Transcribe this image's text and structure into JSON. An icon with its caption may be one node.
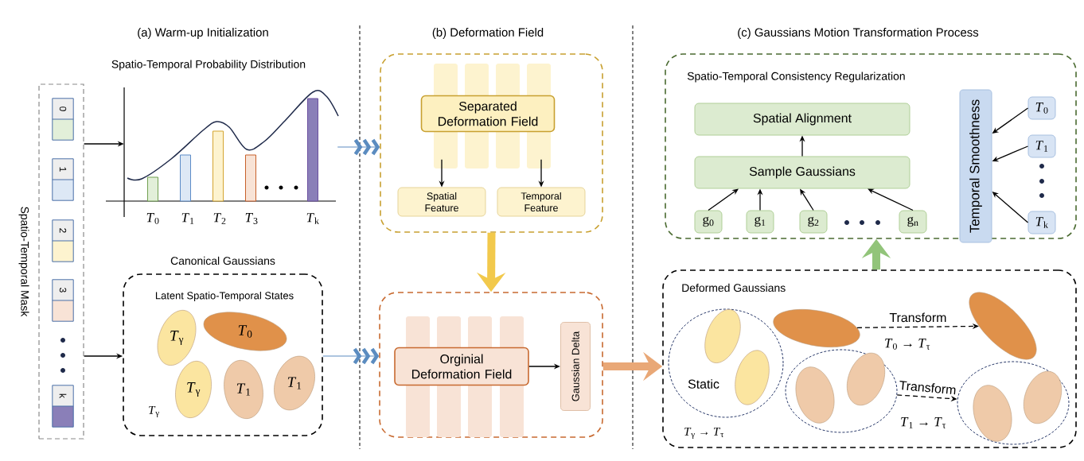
{
  "diagram": {
    "nodes": [
      {
        "text": [
          "Spatio-Temporal Mask"
        ]
      },
      {
        "text": [
          "0"
        ],
        "in": 0
      },
      {
        "text": [
          "1"
        ],
        "in": 0
      },
      {
        "text": [
          "2"
        ],
        "in": 0
      },
      {
        "text": [
          "3"
        ],
        "in": 0
      },
      {
        "text": [
          "k"
        ],
        "in": 0
      },
      {
        "text": [
          "Spatio-Temporal Probability Distribution",
          "*T*$_{0}$",
          "*T*$_{1}$",
          "*T*$_{2}$",
          "*T*$_{3}$",
          "*T*$_{k}$"
        ]
      },
      {
        "text": [
          "Canonical Gaussians",
          "Latent Spatio-Temporal States",
          "*T*$_{γ}$"
        ]
      },
      {
        "text": [
          "*T*$_{γ}$"
        ],
        "in": 7
      },
      {
        "text": [
          "*T*$_{0}$"
        ],
        "in": 7
      },
      {
        "text": [
          "*T*$_{γ}$"
        ],
        "in": 7
      },
      {
        "text": [
          "*T*$_{1}$"
        ],
        "in": 7
      },
      {
        "text": [
          "*T*$_{1}$"
        ],
        "in": 7
      },
      {
        "text": [],
        "shape": "box"
      },
      {
        "text": [
          "Separated Deformation Field"
        ],
        "in": 13
      },
      {
        "text": [
          "Spatial Feature"
        ],
        "in": 13
      },
      {
        "text": [
          "Temporal Feature"
        ],
        "in": 13
      },
      {
        "text": [],
        "shape": "box"
      },
      {
        "text": [
          "Orginial Deformation Field"
        ],
        "in": 17
      },
      {
        "text": [
          "Gaussian Delta"
        ],
        "in": 17
      },
      {
        "text": [
          "Spatio-Temporal Consistency Regularization"
        ]
      },
      {
        "text": [
          "Spatial Alignment"
        ],
        "in": 20
      },
      {
        "text": [
          "Sample Gaussians"
        ],
        "in": 20
      },
      {
        "text": [
          "g$_{0}$"
        ],
        "in": 20
      },
      {
        "text": [
          "g$_{1}$"
        ],
        "in": 20
      },
      {
        "text": [
          "g$_{2}$"
        ],
        "in": 20
      },
      {
        "text": [
          "g$_{n}$"
        ],
        "in": 20
      },
      {
        "text": [
          "Temporal Smoothness"
        ],
        "in": 20
      },
      {
        "text": [
          "*T*$_{0}$"
        ],
        "in": 20
      },
      {
        "text": [
          "*T*$_{1}$"
        ],
        "in": 20
      },
      {
        "text": [
          "*T*$_{k}$"
        ],
        "in": 20
      },
      {
        "text": [
          "Deformed Gaussians",
          "*T*$_{γ}$ → *T*$_{τ}$"
        ]
      },
      {
        "text": [
          "Static"
        ],
        "in": 31
      },
      {
        "text": [],
        "shape": "ellipse",
        "in": 32
      },
      {
        "text": [],
        "shape": "ellipse",
        "in": 32
      },
      {
        "text": [],
        "shape": "ellipse",
        "in": 31
      },
      {
        "text": [],
        "shape": "ellipse",
        "in": 31
      },
      {
        "text": [],
        "shape": "circle",
        "in": 31
      },
      {
        "text": [],
        "shape": "ellipse",
        "in": 37
      },
      {
        "text": [],
        "shape": "ellipse",
        "in": 37
      },
      {
        "text": [],
        "shape": "circle",
        "in": 31
      },
      {
        "text": [],
        "shape": "ellipse",
        "in": 40
      },
      {
        "text": [],
        "shape": "ellipse",
        "in": 40
      }
    ],
    "edges": [
      {
        "from": 0,
        "to": 6,
        "arrow": "to"
      },
      {
        "from": 0,
        "to": 7,
        "arrow": "to"
      },
      {
        "from": 6,
        "to": 13,
        "arrow": "to",
        "color": "#5b8cc0"
      },
      {
        "from": 7,
        "to": 17,
        "arrow": "to",
        "color": "#5b8cc0"
      },
      {
        "from": 13,
        "to": 17,
        "arrow": "to",
        "style": "thick",
        "color": "#f2c94c"
      },
      {
        "from": 17,
        "to": 31,
        "arrow": "to",
        "style": "thick",
        "color": "#e9a877"
      },
      {
        "from": 31,
        "to": 20,
        "arrow": "to",
        "style": "thick",
        "color": "#92c47a"
      },
      {
        "from": 14,
        "to": 15,
        "arrow": "to"
      },
      {
        "from": 14,
        "to": 16,
        "arrow": "to"
      },
      {
        "from": 18,
        "to": 19,
        "arrow": "to"
      },
      {
        "from": 22,
        "to": 21,
        "arrow": "to"
      },
      {
        "from": 23,
        "to": 22,
        "arrow": "to"
      },
      {
        "from": 24,
        "to": 22,
        "arrow": "to"
      },
      {
        "from": 25,
        "to": 22,
        "arrow": "to"
      },
      {
        "from": 26,
        "to": 22,
        "arrow": "to"
      },
      {
        "from": 28,
        "to": 27,
        "arrow": "to"
      },
      {
        "from": 29,
        "to": 27,
        "arrow": "to"
      },
      {
        "from": 30,
        "to": 27,
        "arrow": "to"
      },
      {
        "from": 35,
        "to": 36,
        "arrow": "to",
        "style": "dashed",
        "label": "Transform"
      },
      {
        "from": 37,
        "to": 40,
        "arrow": "to",
        "style": "dashed",
        "label": "Transform"
      }
    ],
    "labels": [
      "(a) Warm-up Initialization",
      "(b) Deformation Field",
      "(c) Gaussians Motion Transformation Process",
      "*T*$_{0}$ → *T*$_{τ}$",
      "*T*$_{1}$ → *T*$_{τ}$"
    ]
  }
}
